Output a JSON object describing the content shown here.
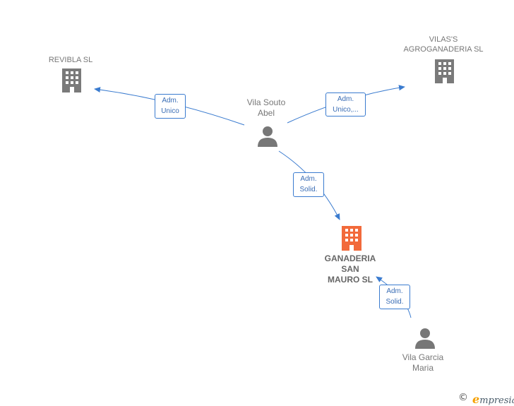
{
  "nodes": {
    "revibla": {
      "name": "REVIBLA SL",
      "kind": "company"
    },
    "vilas": {
      "name": "VILAS'S\nAGROGANADERIA SL",
      "kind": "company"
    },
    "vila_souto": {
      "name": "Vila Souto\nAbel",
      "kind": "person"
    },
    "ganaderia": {
      "name": "GANADERIA\nSAN\nMAURO  SL",
      "kind": "company-focus"
    },
    "vila_garcia": {
      "name": "Vila Garcia\nMaria",
      "kind": "person"
    }
  },
  "edges": [
    {
      "from": "vila_souto",
      "to": "revibla",
      "label": "Adm.\nUnico"
    },
    {
      "from": "vila_souto",
      "to": "vilas",
      "label": "Adm.\nUnico,..."
    },
    {
      "from": "vila_souto",
      "to": "ganaderia",
      "label": "Adm.\nSolid."
    },
    {
      "from": "vila_garcia",
      "to": "ganaderia",
      "label": "Adm.\nSolid."
    }
  ],
  "colors": {
    "edge": "#3a7bcf",
    "company_icon": "#7a7a7a",
    "focus_icon": "#f26a3b",
    "person_icon": "#777777"
  },
  "footer": {
    "copyright_symbol": "©",
    "brand_initial": "e",
    "brand_rest": "mpresia"
  }
}
